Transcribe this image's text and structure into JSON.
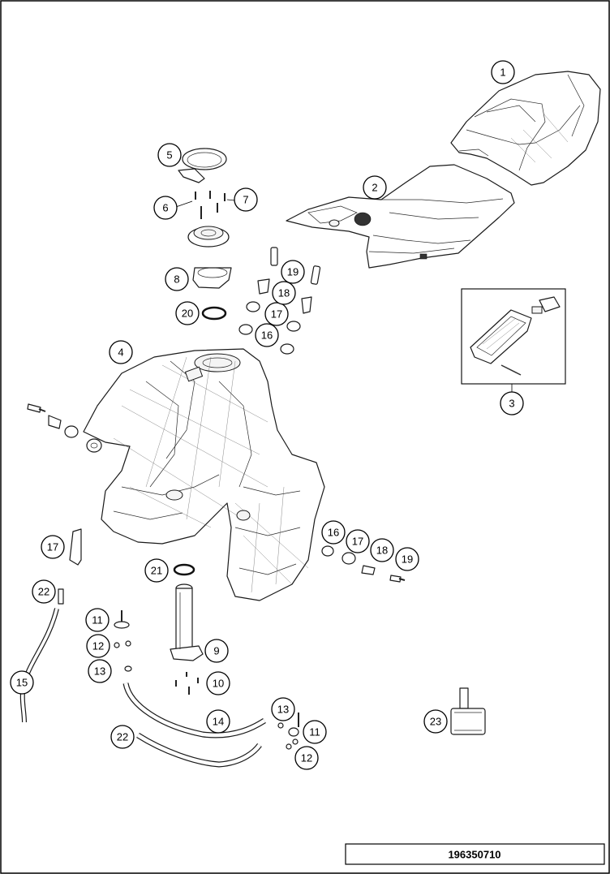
{
  "diagram": {
    "document_number": "196350710",
    "callouts": [
      "1",
      "2",
      "3",
      "4",
      "5",
      "6",
      "7",
      "8",
      "9",
      "10",
      "11",
      "12",
      "13",
      "14",
      "15",
      "16",
      "17",
      "18",
      "19",
      "20",
      "21",
      "22",
      "23"
    ],
    "callouts_repeat": {
      "c17b": "17",
      "c22b": "22",
      "c11b": "11",
      "c12b": "12",
      "c13b": "13",
      "c16b": "16",
      "c18b": "18",
      "c19b": "19"
    }
  }
}
